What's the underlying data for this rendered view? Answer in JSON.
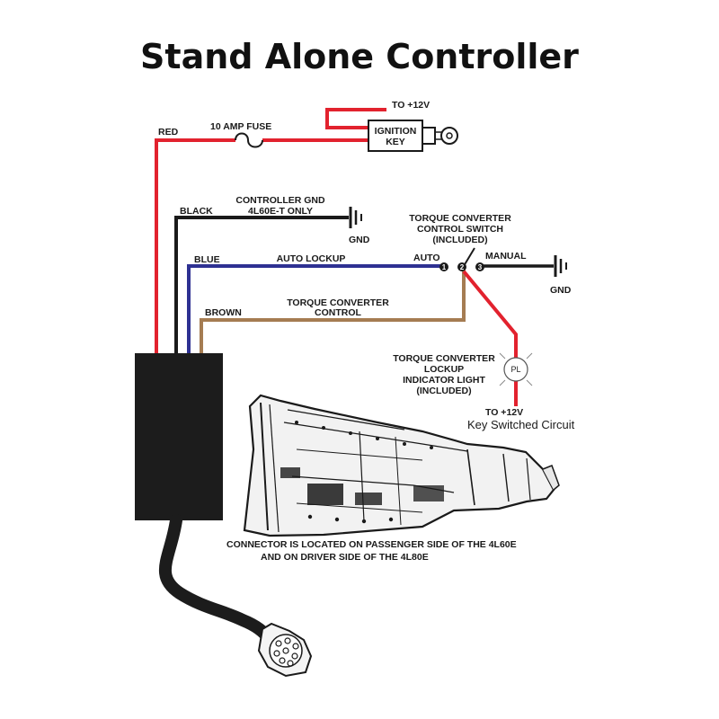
{
  "title": "Stand Alone Controller",
  "labels": {
    "to_12v_top": "TO +12V",
    "red": "RED",
    "fuse": "10 AMP FUSE",
    "ignition_line1": "IGNITION",
    "ignition_line2": "KEY",
    "controller_gnd_line1": "CONTROLLER GND",
    "controller_gnd_line2": "4L60E-T ONLY",
    "black": "BLACK",
    "gnd_1": "GND",
    "tcc_switch_line1": "TORQUE CONVERTER",
    "tcc_switch_line2": "CONTROL SWITCH",
    "tcc_switch_line3": "(INCLUDED)",
    "auto": "AUTO",
    "manual": "MANUAL",
    "gnd_2": "GND",
    "blue": "BLUE",
    "auto_lockup": "AUTO LOCKUP",
    "tc_control_line1": "TORQUE CONVERTER",
    "tc_control_line2": "CONTROL",
    "brown": "BROWN",
    "light_line1": "TORQUE CONVERTER",
    "light_line2": "LOCKUP",
    "light_line3": "INDICATOR LIGHT",
    "light_line4": "(INCLUDED)",
    "pl": "PL",
    "to_12v_bottom": "TO +12V",
    "key_switched": "Key Switched Circuit",
    "connector_line1": "CONNECTOR IS LOCATED ON PASSENGER SIDE OF THE 4L60E",
    "connector_line2": "AND ON DRIVER SIDE OF THE 4L80E",
    "pin1": "1",
    "pin2": "2",
    "pin3": "3"
  },
  "colors": {
    "red_wire": "#e2222e",
    "black_wire": "#1a1a1a",
    "blue_wire": "#2e3192",
    "brown_wire": "#a57c52",
    "controller_box": "#1c1c1c"
  },
  "icons": [
    "fuse-icon",
    "ignition-key-icon",
    "ground-icon",
    "switch-icon",
    "indicator-light-icon",
    "transmission-illustration",
    "connector-plug-icon"
  ]
}
